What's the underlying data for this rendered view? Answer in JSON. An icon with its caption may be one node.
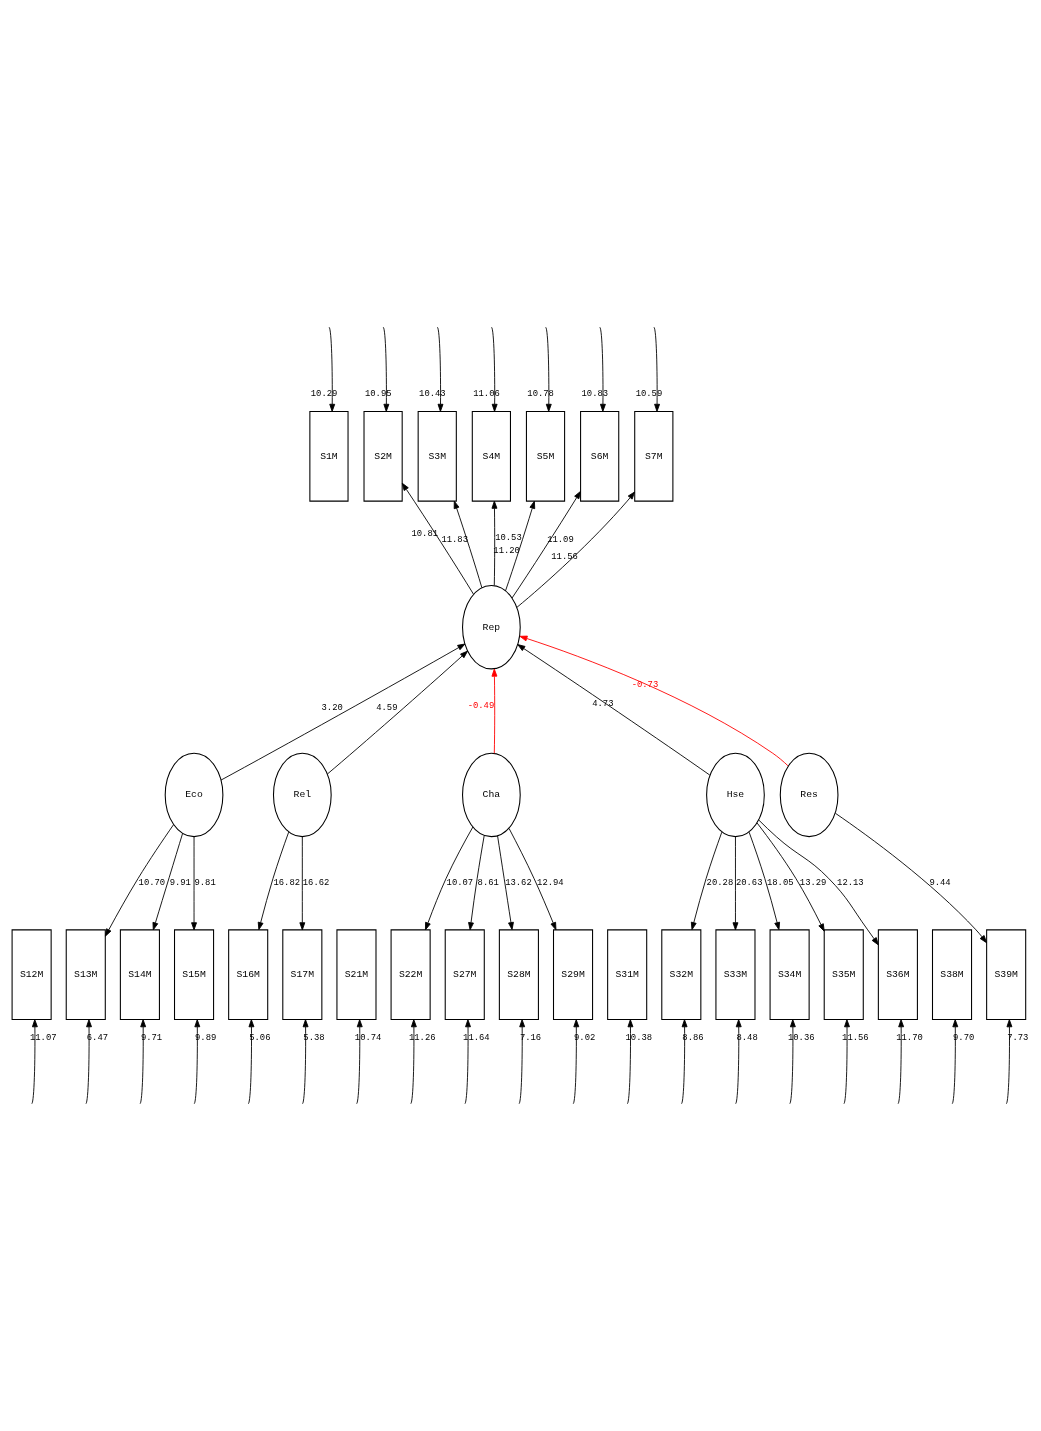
{
  "diagram": {
    "nodes": [
      {
        "text": [
          "S1M"
        ]
      },
      {
        "text": [
          "S2M"
        ]
      },
      {
        "text": [
          "S3M"
        ]
      },
      {
        "text": [
          "S4M"
        ]
      },
      {
        "text": [
          "S5M"
        ]
      },
      {
        "text": [
          "S6M"
        ]
      },
      {
        "text": [
          "S7M"
        ]
      },
      {
        "text": [
          "Rep"
        ]
      },
      {
        "text": [
          "Eco"
        ]
      },
      {
        "text": [
          "Rel"
        ]
      },
      {
        "text": [
          "Cha"
        ]
      },
      {
        "text": [
          "Hse"
        ]
      },
      {
        "text": [
          "Res"
        ]
      },
      {
        "text": [
          "S12M"
        ]
      },
      {
        "text": [
          "S13M"
        ]
      },
      {
        "text": [
          "S14M"
        ]
      },
      {
        "text": [
          "S15M"
        ]
      },
      {
        "text": [
          "S16M"
        ]
      },
      {
        "text": [
          "S17M"
        ]
      },
      {
        "text": [
          "S21M"
        ]
      },
      {
        "text": [
          "S22M"
        ]
      },
      {
        "text": [
          "S27M"
        ]
      },
      {
        "text": [
          "S28M"
        ]
      },
      {
        "text": [
          "S29M"
        ]
      },
      {
        "text": [
          "S31M"
        ]
      },
      {
        "text": [
          "S32M"
        ]
      },
      {
        "text": [
          "S33M"
        ]
      },
      {
        "text": [
          "S34M"
        ]
      },
      {
        "text": [
          "S35M"
        ]
      },
      {
        "text": [
          "S36M"
        ]
      },
      {
        "text": [
          "S38M"
        ]
      },
      {
        "text": [
          "S39M"
        ]
      }
    ],
    "edges": [
      {
        "from": null,
        "to": 0,
        "arrow": "to",
        "label": "10.29"
      },
      {
        "from": null,
        "to": 1,
        "arrow": "to",
        "label": "10.95"
      },
      {
        "from": null,
        "to": 2,
        "arrow": "to",
        "label": "10.43"
      },
      {
        "from": null,
        "to": 3,
        "arrow": "to",
        "label": "11.06"
      },
      {
        "from": null,
        "to": 4,
        "arrow": "to",
        "label": "10.78"
      },
      {
        "from": null,
        "to": 5,
        "arrow": "to",
        "label": "10.83"
      },
      {
        "from": null,
        "to": 6,
        "arrow": "to",
        "label": "10.59"
      },
      {
        "from": 7,
        "to": 1,
        "arrow": "to",
        "label": "10.81"
      },
      {
        "from": 7,
        "to": 2,
        "arrow": "to",
        "label": "11.83"
      },
      {
        "from": 7,
        "to": 3,
        "arrow": "to",
        "label": "10.53"
      },
      {
        "from": 7,
        "to": 4,
        "arrow": "to",
        "label": "11.20"
      },
      {
        "from": 7,
        "to": 5,
        "arrow": "to",
        "label": "11.09"
      },
      {
        "from": 7,
        "to": 6,
        "arrow": "to",
        "label": "11.56"
      },
      {
        "from": 8,
        "to": 7,
        "arrow": "to",
        "label": "3.20"
      },
      {
        "from": 9,
        "to": 7,
        "arrow": "to",
        "label": "4.59"
      },
      {
        "from": 10,
        "to": 7,
        "arrow": "to",
        "label": "-0.49",
        "color": "#ff0000"
      },
      {
        "from": 11,
        "to": 7,
        "arrow": "to",
        "label": "4.73"
      },
      {
        "from": 12,
        "to": 7,
        "arrow": "to",
        "label": "-0.73",
        "color": "#ff0000"
      },
      {
        "from": 8,
        "to": 14,
        "arrow": "to",
        "label": "10.70"
      },
      {
        "from": 8,
        "to": 15,
        "arrow": "to",
        "label": "9.91"
      },
      {
        "from": 8,
        "to": 16,
        "arrow": "to",
        "label": "9.81"
      },
      {
        "from": 9,
        "to": 17,
        "arrow": "to",
        "label": "16.82"
      },
      {
        "from": 9,
        "to": 18,
        "arrow": "to",
        "label": "16.62"
      },
      {
        "from": 10,
        "to": 20,
        "arrow": "to",
        "label": "10.07"
      },
      {
        "from": 10,
        "to": 21,
        "arrow": "to",
        "label": "8.61"
      },
      {
        "from": 10,
        "to": 22,
        "arrow": "to",
        "label": "13.62"
      },
      {
        "from": 10,
        "to": 23,
        "arrow": "to",
        "label": "12.94"
      },
      {
        "from": 11,
        "to": 25,
        "arrow": "to",
        "label": "20.28"
      },
      {
        "from": 11,
        "to": 26,
        "arrow": "to",
        "label": "20.63"
      },
      {
        "from": 11,
        "to": 27,
        "arrow": "to",
        "label": "18.05"
      },
      {
        "from": 11,
        "to": 28,
        "arrow": "to",
        "label": "13.29"
      },
      {
        "from": 11,
        "to": 29,
        "arrow": "to",
        "label": "12.13"
      },
      {
        "from": 12,
        "to": 31,
        "arrow": "to",
        "label": "9.44"
      },
      {
        "from": null,
        "to": 13,
        "arrow": "to",
        "label": "11.07"
      },
      {
        "from": null,
        "to": 14,
        "arrow": "to",
        "label": "6.47"
      },
      {
        "from": null,
        "to": 15,
        "arrow": "to",
        "label": "9.71"
      },
      {
        "from": null,
        "to": 16,
        "arrow": "to",
        "label": "9.89"
      },
      {
        "from": null,
        "to": 17,
        "arrow": "to",
        "label": "5.06"
      },
      {
        "from": null,
        "to": 18,
        "arrow": "to",
        "label": "5.38"
      },
      {
        "from": null,
        "to": 19,
        "arrow": "to",
        "label": "10.74"
      },
      {
        "from": null,
        "to": 20,
        "arrow": "to",
        "label": "11.26"
      },
      {
        "from": null,
        "to": 21,
        "arrow": "to",
        "label": "11.64"
      },
      {
        "from": null,
        "to": 22,
        "arrow": "to",
        "label": "7.16"
      },
      {
        "from": null,
        "to": 23,
        "arrow": "to",
        "label": "9.02"
      },
      {
        "from": null,
        "to": 24,
        "arrow": "to",
        "label": "10.38"
      },
      {
        "from": null,
        "to": 25,
        "arrow": "to",
        "label": "8.86"
      },
      {
        "from": null,
        "to": 26,
        "arrow": "to",
        "label": "8.48"
      },
      {
        "from": null,
        "to": 27,
        "arrow": "to",
        "label": "10.36"
      },
      {
        "from": null,
        "to": 28,
        "arrow": "to",
        "label": "11.56"
      },
      {
        "from": null,
        "to": 29,
        "arrow": "to",
        "label": "11.70"
      },
      {
        "from": null,
        "to": 30,
        "arrow": "to",
        "label": "9.70"
      },
      {
        "from": null,
        "to": 31,
        "arrow": "to",
        "label": "7.73"
      }
    ]
  }
}
